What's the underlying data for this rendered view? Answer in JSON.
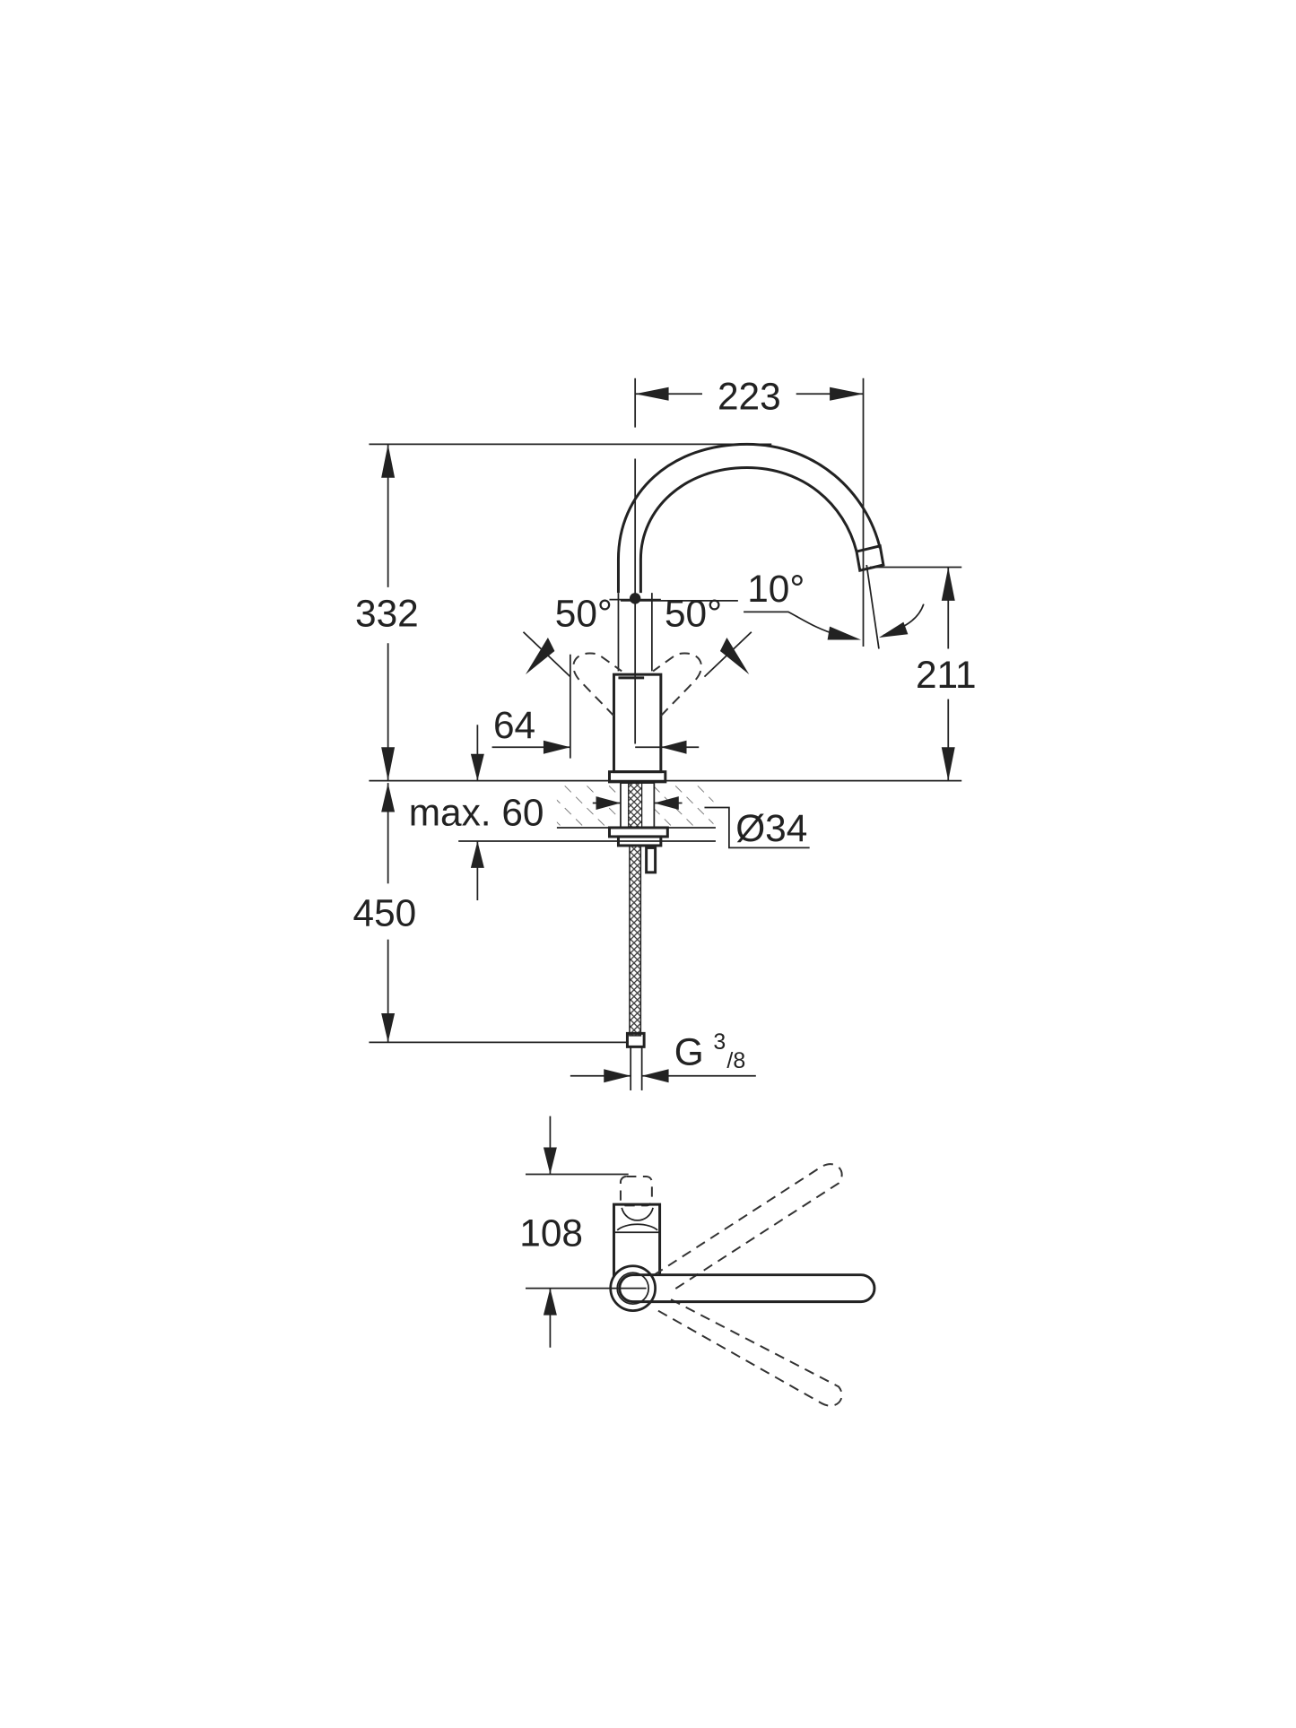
{
  "drawing": {
    "side_view": {
      "spout_reach": "223",
      "total_height": "332",
      "spout_height": "211",
      "spout_angle": "10°",
      "lever_angle_left": "50°",
      "lever_angle_right": "50°",
      "lever_clearance": "64",
      "max_deck_thickness": "max. 60",
      "hole_diameter": "Ø34",
      "hose_length": "450",
      "connection_thread": "G",
      "thread_num": "3",
      "thread_den": "/8"
    },
    "top_view": {
      "depth": "108"
    },
    "colors": {
      "line": "#222222",
      "background": "#ffffff"
    }
  }
}
